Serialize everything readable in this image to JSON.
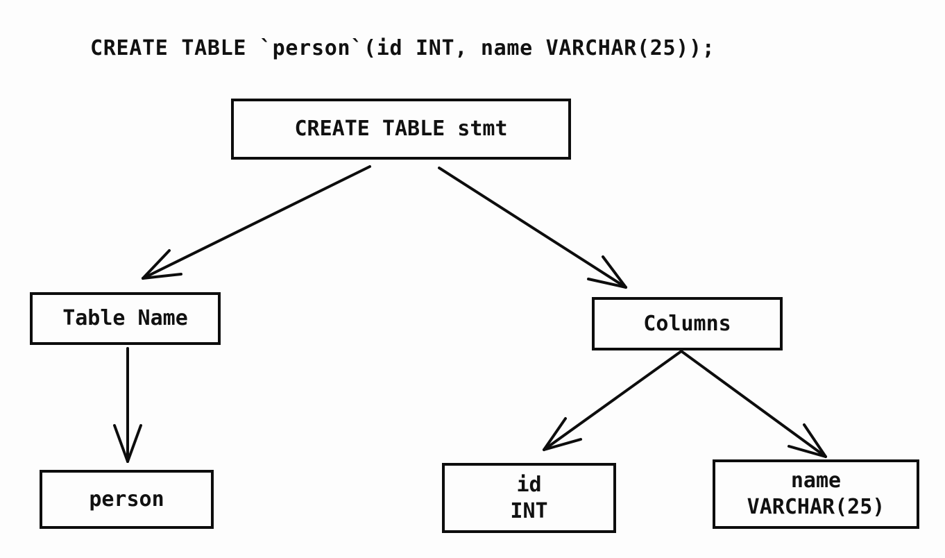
{
  "background_color": "#fdfdfd",
  "ink_color": "#0d0d0d",
  "sql_statement": "CREATE TABLE `person`(id INT, name VARCHAR(25));",
  "tree": {
    "nodes": {
      "root": {
        "label": "CREATE TABLE stmt"
      },
      "table_name": {
        "label": "Table Name"
      },
      "columns": {
        "label": "Columns"
      },
      "person": {
        "label": "person"
      },
      "id_col": {
        "line1": "id",
        "line2": "INT"
      },
      "name_col": {
        "line1": "name",
        "line2": "VARCHAR(25)"
      }
    },
    "edges": [
      {
        "from": "root",
        "to": "table_name"
      },
      {
        "from": "root",
        "to": "columns"
      },
      {
        "from": "table_name",
        "to": "person"
      },
      {
        "from": "columns",
        "to": "id_col"
      },
      {
        "from": "columns",
        "to": "name_col"
      }
    ]
  }
}
